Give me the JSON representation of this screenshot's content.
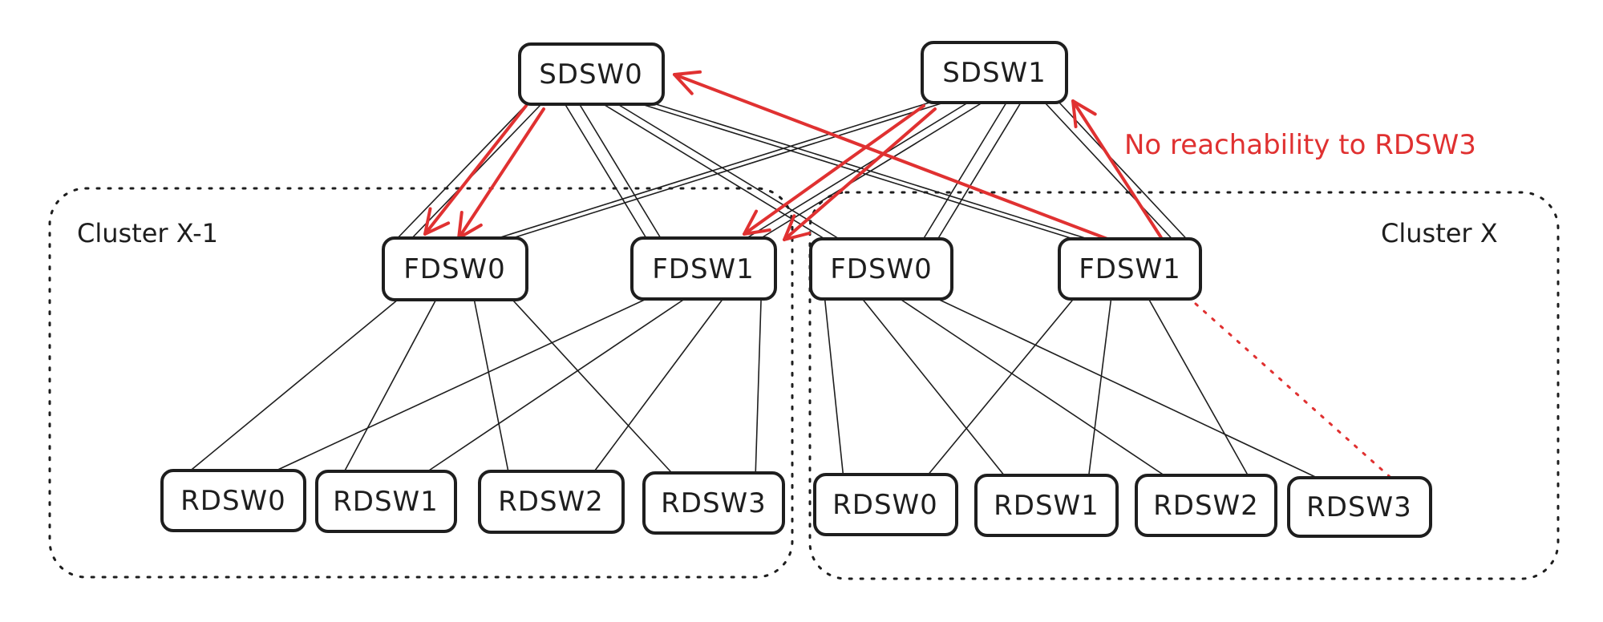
{
  "colors": {
    "ink": "#1e1e1e",
    "accent_red": "#e03131",
    "background": "#ffffff"
  },
  "spine": {
    "nodes": [
      {
        "id": "sdsw0",
        "label": "SDSW0"
      },
      {
        "id": "sdsw1",
        "label": "SDSW1"
      }
    ]
  },
  "clusters": [
    {
      "id": "cluster-x-1",
      "label": "Cluster X-1",
      "fabric": [
        {
          "id": "l-fdsw0",
          "label": "FDSW0"
        },
        {
          "id": "l-fdsw1",
          "label": "FDSW1"
        }
      ],
      "racks": [
        {
          "id": "l-rdsw0",
          "label": "RDSW0"
        },
        {
          "id": "l-rdsw1",
          "label": "RDSW1"
        },
        {
          "id": "l-rdsw2",
          "label": "RDSW2"
        },
        {
          "id": "l-rdsw3",
          "label": "RDSW3"
        }
      ]
    },
    {
      "id": "cluster-x",
      "label": "Cluster X",
      "fabric": [
        {
          "id": "r-fdsw0",
          "label": "FDSW0"
        },
        {
          "id": "r-fdsw1",
          "label": "FDSW1"
        }
      ],
      "racks": [
        {
          "id": "r-rdsw0",
          "label": "RDSW0"
        },
        {
          "id": "r-rdsw1",
          "label": "RDSW1"
        },
        {
          "id": "r-rdsw2",
          "label": "RDSW2"
        },
        {
          "id": "r-rdsw3",
          "label": "RDSW3"
        }
      ]
    }
  ],
  "annotation": {
    "text": "No reachability to RDSW3"
  },
  "links": {
    "spine_to_fabric": [
      [
        "sdsw0",
        "l-fdsw0"
      ],
      [
        "sdsw0",
        "l-fdsw1"
      ],
      [
        "sdsw0",
        "r-fdsw0"
      ],
      [
        "sdsw0",
        "r-fdsw1"
      ],
      [
        "sdsw1",
        "l-fdsw0"
      ],
      [
        "sdsw1",
        "l-fdsw1"
      ],
      [
        "sdsw1",
        "r-fdsw0"
      ],
      [
        "sdsw1",
        "r-fdsw1"
      ]
    ],
    "fabric_to_rack": [
      [
        "l-fdsw0",
        "l-rdsw0"
      ],
      [
        "l-fdsw0",
        "l-rdsw1"
      ],
      [
        "l-fdsw0",
        "l-rdsw2"
      ],
      [
        "l-fdsw0",
        "l-rdsw3"
      ],
      [
        "l-fdsw1",
        "l-rdsw0"
      ],
      [
        "l-fdsw1",
        "l-rdsw1"
      ],
      [
        "l-fdsw1",
        "l-rdsw2"
      ],
      [
        "l-fdsw1",
        "l-rdsw3"
      ],
      [
        "r-fdsw0",
        "r-rdsw0"
      ],
      [
        "r-fdsw0",
        "r-rdsw1"
      ],
      [
        "r-fdsw0",
        "r-rdsw2"
      ],
      [
        "r-fdsw0",
        "r-rdsw3"
      ],
      [
        "r-fdsw1",
        "r-rdsw0"
      ],
      [
        "r-fdsw1",
        "r-rdsw1"
      ],
      [
        "r-fdsw1",
        "r-rdsw2"
      ]
    ],
    "broken": [
      [
        "r-fdsw1",
        "r-rdsw3"
      ]
    ],
    "red_arrows": [
      {
        "from": "r-fdsw1",
        "to": "sdsw1"
      },
      {
        "from": "r-fdsw1",
        "to": "sdsw0"
      },
      {
        "from": "sdsw0",
        "to": "l-fdsw0"
      },
      {
        "from": "sdsw1",
        "to": "l-fdsw1"
      }
    ]
  }
}
